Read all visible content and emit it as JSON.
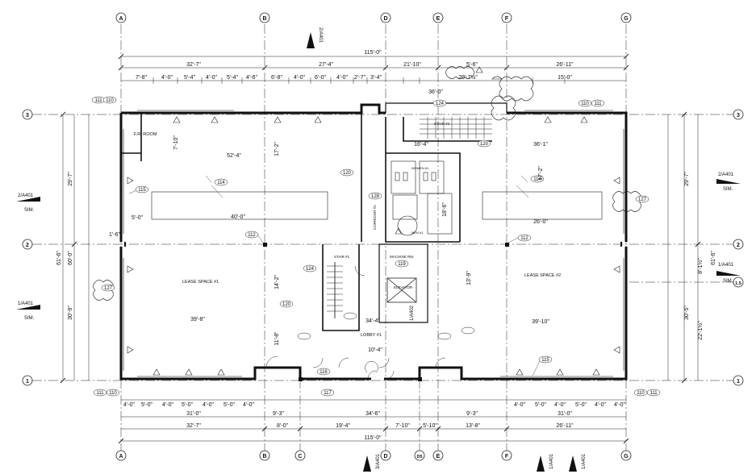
{
  "grid_columns": [
    "A",
    "B",
    "C",
    "D",
    "D5",
    "E",
    "F",
    "G"
  ],
  "grid_rows": [
    "3",
    "2",
    "1",
    "1.5"
  ],
  "rooms": {
    "lease_space_1": "LEASE SPACE #1",
    "lease_space_2": "LEASE SPACE #2",
    "lobby": "LOBBY #1",
    "fr_room": "F.R. ROOM",
    "corridor": "CORRIDOR #1",
    "elevator": "ELEVATOR",
    "stair_1": "STAIR #1",
    "stair_2": "STAIR #2",
    "mech_rm": "MACHINE RM.",
    "womens": "WOMEN #1",
    "mens": "MEN #1"
  },
  "overall_dims": {
    "top_total": "115'-0\"",
    "bottom_total": "115'-0\"",
    "top_row": [
      "32'-7\"",
      "27'-4\"",
      "21'-10\"",
      "5'-6\"",
      "26'-11\""
    ],
    "bottom_row": [
      "32'-7\"",
      "8'-0\"",
      "19'-4\"",
      "7'-10\"",
      "5'-10\"",
      "13'-8\"",
      "26'-11\""
    ],
    "left_total": "61'-6\"",
    "left_sub": "60'-0\"",
    "left_29": "29'-7\"",
    "left_30": "30'-9\"",
    "right_total": "61'-6\"",
    "right_29": "29'-7\"",
    "right_30": "30'-5\"",
    "right_22": "22'-1½\"",
    "right_8": "8'-1½\""
  },
  "interior_dims": {
    "d_52_4": "52'-4\"",
    "d_40_0": "40'-0\"",
    "d_39_8": "39'-8\"",
    "d_36_0": "36'-0\"",
    "d_36_1": "36'-1\"",
    "d_26_0": "26'-0\"",
    "d_39_10": "39'-10\"",
    "d_16_4": "16'-4\"",
    "d_34_4": "34'-4\"",
    "d_34_6": "34'-6\"",
    "d_31_0_l": "31'-0\"",
    "d_31_0_r": "31'-0\"",
    "d_17_2": "17'-2\"",
    "d_13_9": "13'-9\"",
    "d_18_6": "18'-6\"",
    "d_20_7": "20'-7½\"",
    "d_15_0": "15'-0\"",
    "d_14_2": "14'-2\"",
    "d_11_8": "11'-8\"",
    "d_9_3_l": "9'-3\"",
    "d_9_3_r": "9'-3\"",
    "d_10_4": "10'-4\"",
    "d_5_0": "5'-0\"",
    "d_7_10": "7'-10\"",
    "d_1_6": "1'-6\""
  },
  "module_dims": [
    "4'-0\"",
    "5'-0\"",
    "4'-0\"",
    "5'-0\"",
    "4'-0\"",
    "5'-0\"",
    "4'-0\""
  ],
  "top_mod_dims": [
    "7'-8\"",
    "4'-0\"",
    "5'-4\"",
    "4'-0\"",
    "5'-4\"",
    "4'-6\"",
    "6'-8\"",
    "4'-0\"",
    "6'-0\"",
    "4'-0\"",
    "2'-7\"",
    "3'-4\""
  ],
  "tags": [
    "111",
    "110",
    "114",
    "115",
    "112",
    "120",
    "124",
    "127",
    "117",
    "116",
    "119",
    "128"
  ],
  "section_refs": {
    "top": "2/A401",
    "left_top": "2/A401",
    "left_top_sim": "SIM.",
    "left_bot": "1/A401",
    "left_bot_sim": "SIM.",
    "right_top": "2/A401",
    "right_top_sim": "SIM.",
    "right_bot": "1/A401",
    "right_bot_sim": "SIM.",
    "bottom_left": "3/A401",
    "bottom_mid": "1/A401",
    "bottom_right": "1/A401",
    "core": "1/A402"
  }
}
